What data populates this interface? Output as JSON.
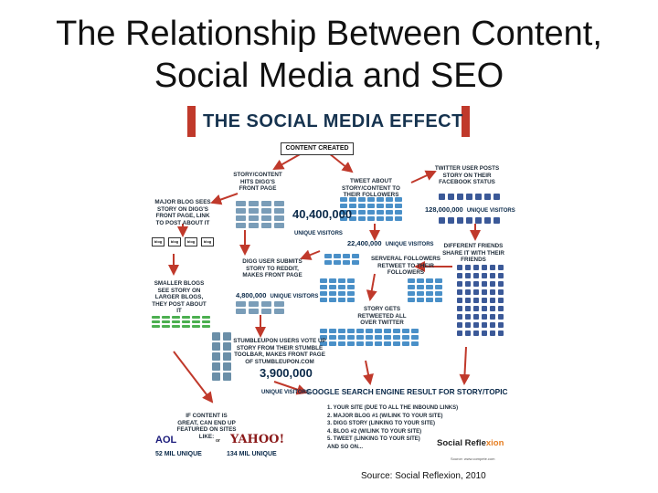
{
  "slide": {
    "title_line1": "The Relationship Between Content,",
    "title_line2": "Social Media and SEO",
    "source": "Source: Social Reflexion, 2010"
  },
  "infographic": {
    "title": "THE SOCIAL MEDIA EFFECT",
    "content_created": "CONTENT CREATED",
    "nodes": {
      "digg_front": "STORY/CONTENT HITS DIGG'S FRONT PAGE",
      "tweet_about": "TWEET ABOUT STORY/CONTENT TO THEIR FOLLOWERS",
      "twitter_fb": "TWITTER USER POSTS STORY ON THEIR FACEBOOK STATUS",
      "major_blog": "MAJOR BLOG SEES STORY ON DIGG'S FRONT PAGE, LINK TO POST ABOUT IT",
      "friends_share": "DIFFERENT FRIENDS SHARE IT WITH THEIR FRIENDS",
      "digg_submits": "DIGG USER SUBMITS STORY TO REDDIT, MAKES FRONT PAGE",
      "retweet": "SERVERAL FOLLOWERS RETWEET TO THEIR FOLLOWERS",
      "smaller_blogs": "SMALLER BLOGS SEE STORY ON LARGER BLOGS, THEY POST ABOUT IT",
      "retweeted_all": "STORY GETS RETWEETED ALL OVER TWITTER",
      "stumbleupon": "STUMBLEUPON USERS VOTE UP STORY FROM THEIR STUMBLE TOOLBAR, MAKES FRONT PAGE OF STUMBLEUPON.COM",
      "content_great": "IF CONTENT IS GREAT, CAN END UP FEATURED ON SITES LIKE:"
    },
    "stats": {
      "digg_visitors": "40,400,000",
      "digg_label": "UNIQUE VISITORS",
      "facebook_visitors": "128,000,000",
      "facebook_label": "UNIQUE VISITORS",
      "twitter_visitors": "22,400,000",
      "twitter_label": "UNIQUE VISITORS",
      "reddit_visitors": "4,800,000",
      "reddit_label": "UNIQUE VISITORS",
      "stumble_visitors": "3,900,000",
      "stumble_label": "UNIQUE VISITORS",
      "aol_unique": "52 MIL UNIQUE",
      "yahoo_unique": "134 MIL UNIQUE"
    },
    "blog_boxes": [
      "blog",
      "blog",
      "blog",
      "blog"
    ],
    "google": {
      "heading": "GOOGLE SEARCH ENGINE RESULT FOR STORY/TOPIC",
      "results": [
        "1. YOUR SITE (DUE TO ALL THE INBOUND LINKS)",
        "2. MAJOR BLOG #1 (W/LINK TO YOUR SITE)",
        "3. DIGG STORY (LINKING TO YOUR SITE)",
        "4. BLOG #2 (W/LINK TO YOUR SITE)",
        "5. TWEET (LINKING TO YOUR SITE)",
        "AND SO ON..."
      ]
    },
    "brands": {
      "aol": "AOL",
      "or": "or",
      "yahoo": "YAHOO!",
      "social_reflexion_a": "Social Refle",
      "social_reflexion_b": "xion",
      "credit": "Source: www.compete.com"
    },
    "colors": {
      "accent_red": "#c0392b",
      "navy": "#16334f",
      "digg_icon": "#7a9db8",
      "twitter_icon": "#4a90c8",
      "facebook_icon": "#3b5998",
      "green_blog": "#4caf50"
    }
  }
}
